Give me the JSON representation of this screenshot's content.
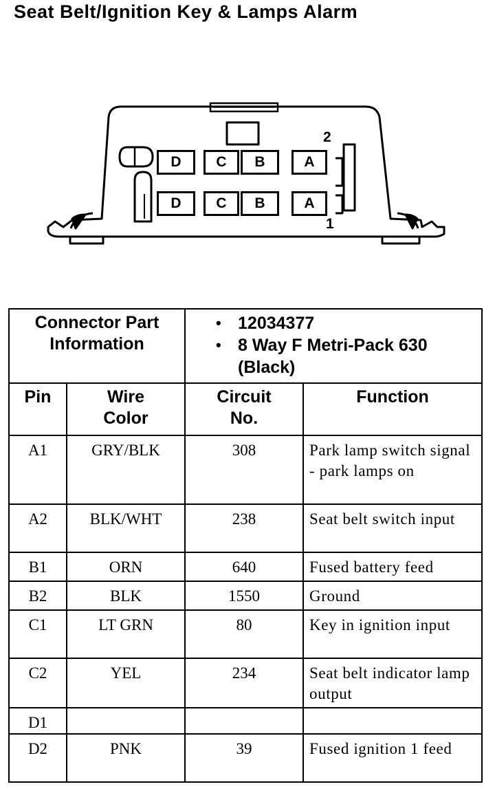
{
  "title": "Seat Belt/Ignition Key & Lamps Alarm",
  "connector_face": {
    "row_top_label": "2",
    "row_bottom_label": "1",
    "cavities_top": [
      "D",
      "C",
      "B",
      "A"
    ],
    "cavities_bottom": [
      "D",
      "C",
      "B",
      "A"
    ]
  },
  "table": {
    "connector_header": "Connector Part Information",
    "part_number": "12034377",
    "part_desc_line1": "8 Way F Metri-Pack 630",
    "part_desc_line2": "(Black)",
    "col_pin": "Pin",
    "col_wire_color": "Wire Color",
    "col_circuit": "Circuit No.",
    "col_function": "Function",
    "rows": [
      {
        "pin": "A1",
        "color": "GRY/BLK",
        "circuit": "308",
        "function": "Park lamp switch signal - park lamps on"
      },
      {
        "pin": "A2",
        "color": "BLK/WHT",
        "circuit": "238",
        "function": "Seat belt switch input"
      },
      {
        "pin": "B1",
        "color": "ORN",
        "circuit": "640",
        "function": "Fused battery feed"
      },
      {
        "pin": "B2",
        "color": "BLK",
        "circuit": "1550",
        "function": "Ground"
      },
      {
        "pin": "C1",
        "color": "LT GRN",
        "circuit": "80",
        "function": "Key in ignition input"
      },
      {
        "pin": "C2",
        "color": "YEL",
        "circuit": "234",
        "function": "Seat belt indicator lamp output"
      },
      {
        "pin": "D1",
        "color": "",
        "circuit": "",
        "function": ""
      },
      {
        "pin": "D2",
        "color": "PNK",
        "circuit": "39",
        "function": "Fused ignition 1 feed"
      }
    ]
  }
}
